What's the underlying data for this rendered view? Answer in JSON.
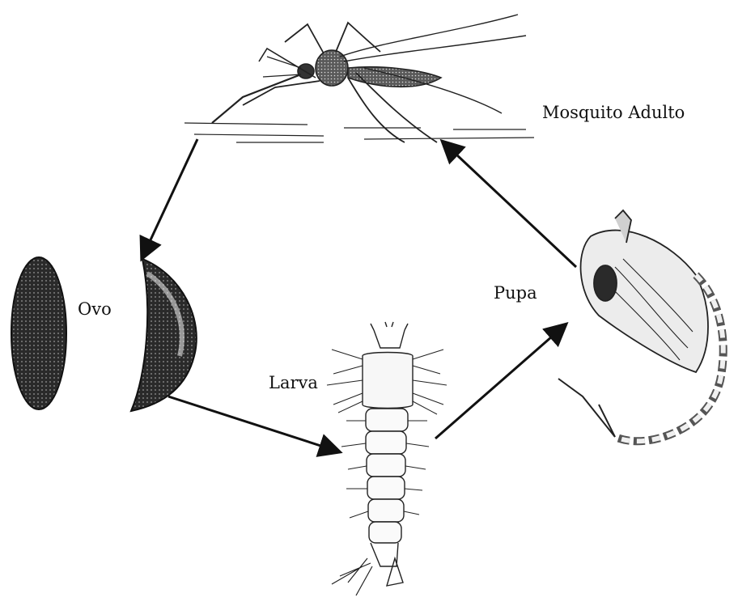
{
  "labels": {
    "adult": "Mosquito Adulto",
    "egg": "Ovo",
    "pupa": "Pupa",
    "larva": "Larva"
  },
  "colors": {
    "ink": "#111111",
    "background": "#ffffff"
  }
}
